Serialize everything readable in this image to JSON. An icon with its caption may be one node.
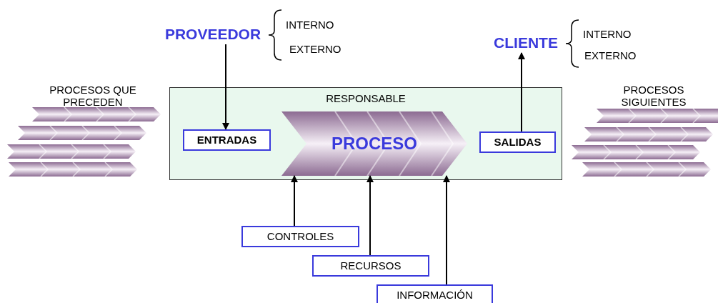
{
  "diagram": {
    "nodes": [
      {
        "text": [
          "PROVEEDOR"
        ]
      },
      {
        "text": [
          "CLIENTE"
        ]
      },
      {
        "text": [
          "RESPONSABLE"
        ]
      },
      {
        "text": [
          "ENTRADAS"
        ],
        "in": 2
      },
      {
        "text": [
          "PROCESO"
        ],
        "in": 2
      },
      {
        "text": [
          "SALIDAS"
        ],
        "in": 2
      },
      {
        "text": [
          "CONTROLES"
        ]
      },
      {
        "text": [
          "RECURSOS"
        ]
      },
      {
        "text": [
          "INFORMACIÓN"
        ]
      }
    ],
    "edges": [
      {
        "from": 0,
        "to": 3,
        "arrow": "to"
      },
      {
        "from": 5,
        "to": 1,
        "arrow": "to"
      },
      {
        "from": 6,
        "to": 4,
        "arrow": "to"
      },
      {
        "from": 7,
        "to": 4,
        "arrow": "to"
      },
      {
        "from": 8,
        "to": 4,
        "arrow": "to"
      }
    ],
    "labels": [
      "INTERNO",
      "EXTERNO",
      "INTERNO",
      "EXTERNO",
      "PROCESOS QUE PRECEDEN",
      "PROCESOS SIGUIENTES"
    ]
  }
}
